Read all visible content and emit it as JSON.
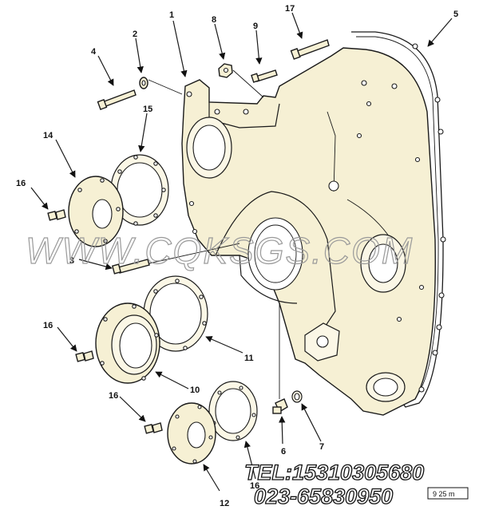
{
  "diagram": {
    "callouts": [
      "1",
      "2",
      "3",
      "4",
      "5",
      "6",
      "7",
      "8",
      "9",
      "10",
      "11",
      "12",
      "14",
      "15",
      "16",
      "16",
      "16",
      "16",
      "17"
    ],
    "watermark": "WWW.CQKSGS.COM",
    "phone_line_1": "TEL:15310305680",
    "phone_line_2": "023-65830950",
    "ref_code": "9 25 m"
  }
}
